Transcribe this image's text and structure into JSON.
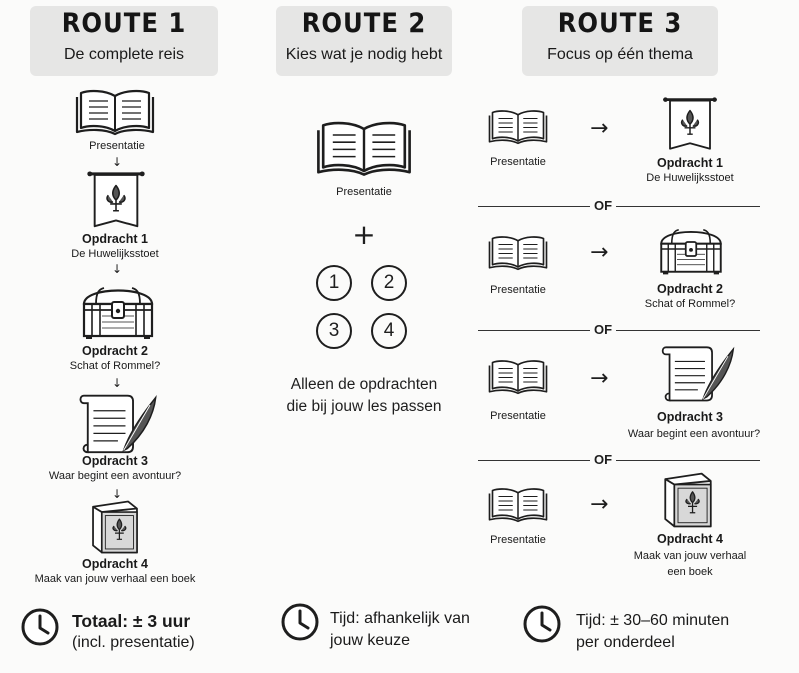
{
  "routes": [
    {
      "title": "ROUTE 1",
      "subtitle": "De complete reis",
      "steps": [
        {
          "label": "Presentatie"
        },
        {
          "label": "Opdracht 1",
          "detail": "De Huwelijksstoet"
        },
        {
          "label": "Opdracht 2",
          "detail": "Schat of Rommel?"
        },
        {
          "label": "Opdracht 3",
          "detail": "Waar begint een avontuur?"
        },
        {
          "label": "Opdracht 4",
          "detail": "Maak van jouw verhaal een boek"
        }
      ],
      "footer": {
        "main": "Totaal: ± 3 uur",
        "sub": "(incl. presentatie)"
      }
    },
    {
      "title": "ROUTE 2",
      "subtitle": "Kies wat je nodig hebt",
      "presentation": "Presentatie",
      "plus": "+",
      "numbers": [
        "1",
        "2",
        "3",
        "4"
      ],
      "note_line1": "Alleen de opdrachten",
      "note_line2": "die bij jouw les passen",
      "footer": {
        "line1": "Tijd: afhankelijk van",
        "line2": "jouw keuze"
      }
    },
    {
      "title": "ROUTE 3",
      "subtitle": "Focus op één thema",
      "rows": [
        {
          "left": "Presentatie",
          "label": "Opdracht 1",
          "detail": "De Huwelijksstoet"
        },
        {
          "left": "Presentatie",
          "label": "Opdracht 2",
          "detail": "Schat of Rommel?"
        },
        {
          "left": "Presentatie",
          "label": "Opdracht 3",
          "detail": "Waar begint een avontuur?"
        },
        {
          "left": "Presentatie",
          "label": "Opdracht 4",
          "detail_line1": "Maak van jouw verhaal",
          "detail_line2": "een boek"
        }
      ],
      "separator": "OF",
      "arrow": "→",
      "footer": {
        "line1": "Tijd: ± 30–60 minuten",
        "line2": "per onderdeel"
      }
    }
  ],
  "down_arrow": "↓"
}
